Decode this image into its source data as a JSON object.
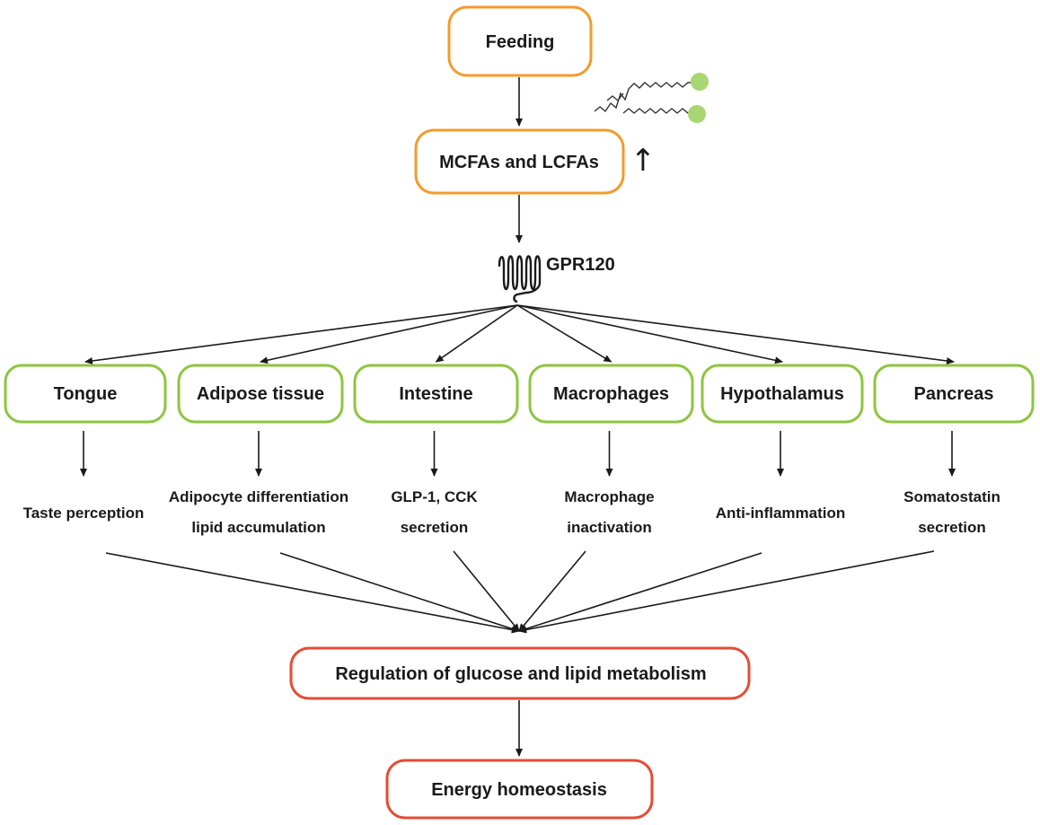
{
  "top": {
    "feeding": "Feeding",
    "fatty_acids": "MCFAs and LCFAs",
    "receptor": "GPR120",
    "increase_symbol": "↑"
  },
  "tissues": [
    {
      "label": "Tongue",
      "effect": [
        "Taste perception"
      ]
    },
    {
      "label": "Adipose tissue",
      "effect": [
        "Adipocyte differentiation",
        "lipid accumulation"
      ]
    },
    {
      "label": "Intestine",
      "effect": [
        "GLP-1, CCK",
        "secretion"
      ]
    },
    {
      "label": "Macrophages",
      "effect": [
        "Macrophage",
        "inactivation"
      ]
    },
    {
      "label": "Hypothalamus",
      "effect": [
        "Anti-inflammation"
      ]
    },
    {
      "label": "Pancreas",
      "effect": [
        "Somatostatin",
        "secretion"
      ]
    }
  ],
  "bottom": {
    "regulation": "Regulation of glucose and lipid metabolism",
    "homeostasis": "Energy homeostasis"
  },
  "colors": {
    "orange": "#f39b2a",
    "green": "#8cc63f",
    "red": "#e64b35",
    "molecule_head": "#a8d672",
    "line": "#1a1a1a"
  }
}
